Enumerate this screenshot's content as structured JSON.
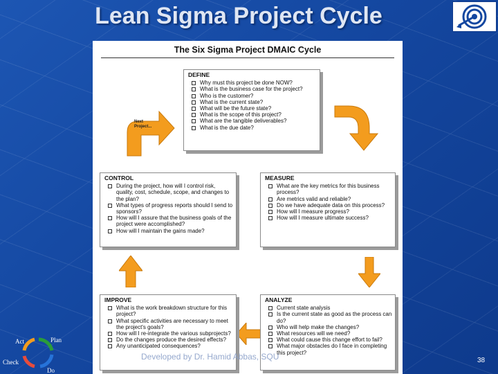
{
  "slide": {
    "title": "Lean Sigma Project Cycle",
    "footer": "Developed by Dr. Hamid Abbas, SQU",
    "page_number": "38"
  },
  "diagram": {
    "title": "The Six Sigma Project DMAIC Cycle",
    "next_project_label": "Next Project...",
    "define": {
      "heading": "DEFINE",
      "items": [
        "Why must this project be done NOW?",
        "What is the business case for the project?",
        "Who is the customer?",
        "What is the current state?",
        "What will be the future state?",
        "What is the scope of this project?",
        "What are the tangible deliverables?",
        "What is the due date?"
      ]
    },
    "measure": {
      "heading": "MEASURE",
      "items": [
        "What are the key metrics for this business process?",
        "Are metrics valid and reliable?",
        "Do we have adequate data on this process?",
        "How will I measure progress?",
        "How will I measure ultimate success?"
      ]
    },
    "analyze": {
      "heading": "ANALYZE",
      "items": [
        "Current state analysis",
        "Is the current state as good as the process can do?",
        "Who will help make the changes?",
        "What resources will we need?",
        "What could cause this change effort to fail?",
        "What major obstacles do I face in completing this project?"
      ]
    },
    "improve": {
      "heading": "IMPROVE",
      "items": [
        "What is the work breakdown structure for this project?",
        "What specific activities are necessary to meet the project's goals?",
        "How will I re-integrate the various subprojects?",
        "Do the changes produce the desired effects?",
        "Any unanticipated consequences?"
      ]
    },
    "control": {
      "heading": "CONTROL",
      "items": [
        "During the project, how will I control risk, quality, cost, schedule, scope, and changes to the plan?",
        "What types of progress reports should I send to sponsors?",
        "How will I assure that the business goals of the project were accomplished?",
        "How will I maintain the gains made?"
      ]
    }
  },
  "pdca": {
    "plan": "Plan",
    "do": "Do",
    "check": "Check",
    "act": "Act"
  },
  "colors": {
    "background": "#1447a0",
    "arrow": "#f39c1e"
  }
}
